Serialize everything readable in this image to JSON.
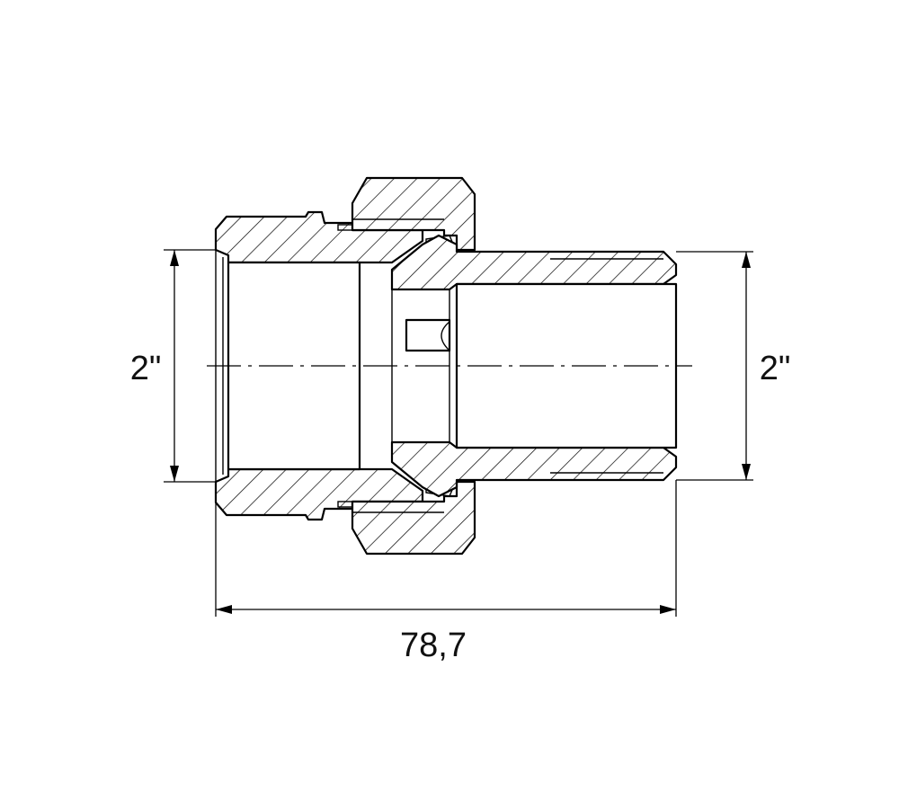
{
  "dimensions": {
    "left_diameter": "2\"",
    "right_diameter": "2\"",
    "overall_length": "78,7"
  },
  "colors": {
    "line": "#000000",
    "background": "#ffffff"
  }
}
